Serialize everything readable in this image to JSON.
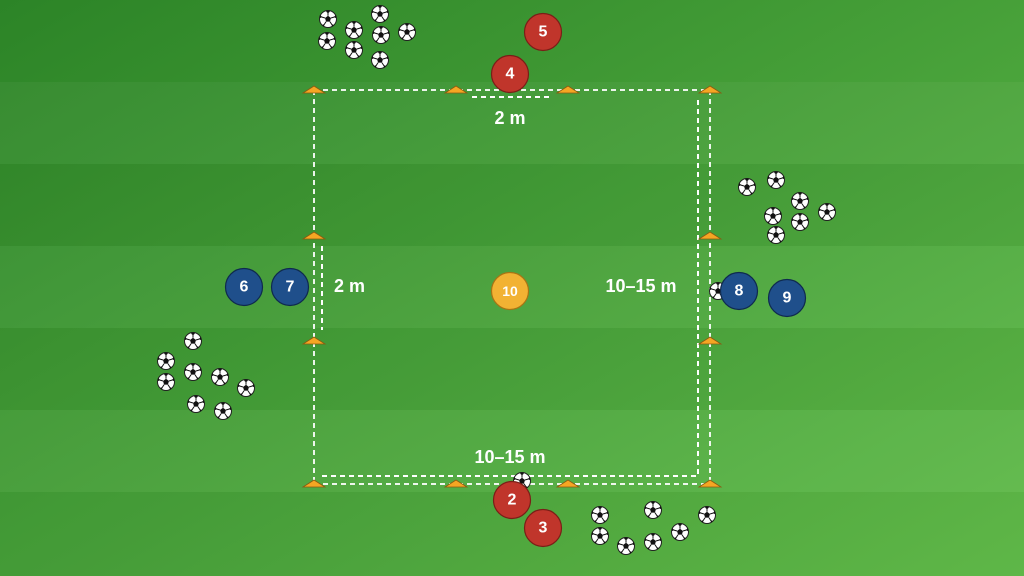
{
  "labels": {
    "gate_top": "2 m",
    "gate_left": "2 m",
    "width_right": "10–15 m",
    "width_bottom": "10–15 m"
  },
  "players": [
    {
      "id": "p2",
      "number": "2",
      "team": "red"
    },
    {
      "id": "p3",
      "number": "3",
      "team": "red"
    },
    {
      "id": "p4",
      "number": "4",
      "team": "red"
    },
    {
      "id": "p5",
      "number": "5",
      "team": "red"
    },
    {
      "id": "p6",
      "number": "6",
      "team": "blue"
    },
    {
      "id": "p7",
      "number": "7",
      "team": "blue"
    },
    {
      "id": "p8",
      "number": "8",
      "team": "blue"
    },
    {
      "id": "p9",
      "number": "9",
      "team": "blue"
    },
    {
      "id": "p10",
      "number": "10",
      "team": "yellow"
    }
  ],
  "colors": {
    "red": "#c0352b",
    "blue": "#1f4f8b",
    "yellow": "#f2b233",
    "cone": "#f5a623",
    "pitch_dark": "#2f8a2a",
    "pitch_light": "#5cb847"
  },
  "icons": {
    "ball": "soccer-ball-icon",
    "cone": "cone-icon"
  }
}
